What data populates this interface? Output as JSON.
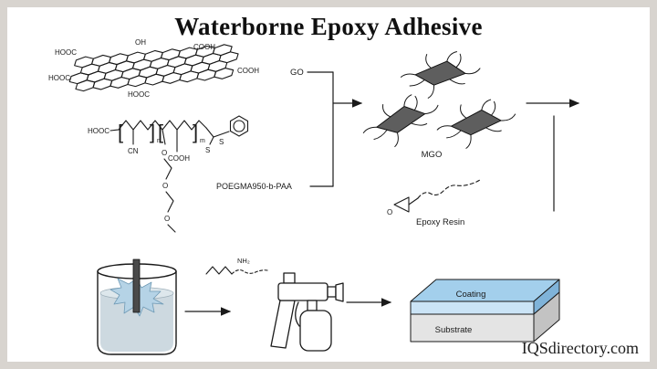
{
  "title": "Waterborne Epoxy Adhesive",
  "watermark": "IQSdirectory.com",
  "labels": {
    "go": "GO",
    "poegma": "POEGMA950-b-PAA",
    "mgo": "MGO",
    "epoxy_resin": "Epoxy Resin",
    "nh2": "NH₂",
    "coating": "Coating",
    "substrate": "Substrate"
  },
  "go_sheet": {
    "hooc_top_left": "HOOC",
    "oh": "OH",
    "cooh_top": "COOH",
    "cooh_right": "COOH",
    "hooc_left": "HOOC",
    "hooc_bottom": "HOOC"
  },
  "polymer": {
    "hooc": "HOOC",
    "cn": "CN",
    "cooh": "COOH",
    "s1": "S",
    "s2": "S",
    "o1": "O",
    "o2": "O",
    "o3": "O",
    "bracket_open": "[",
    "bracket_close": "]",
    "sub_n": "n",
    "sub_m": "m"
  },
  "epoxy": {
    "o": "O"
  },
  "colors": {
    "border": "#d8d4cf",
    "ink": "#1a1a1a",
    "plate": "#5e5e5e",
    "liquid": "#cdd9e0",
    "liquid_top": "#dde7ec",
    "splash": "#b5d3e6",
    "rod": "#4a4a4a",
    "coating_top": "#a3cfec",
    "coating_front": "#cbe4f6",
    "coating_side": "#7fb3d9",
    "substrate_front": "#e4e4e4",
    "substrate_side": "#c3c3c3"
  }
}
